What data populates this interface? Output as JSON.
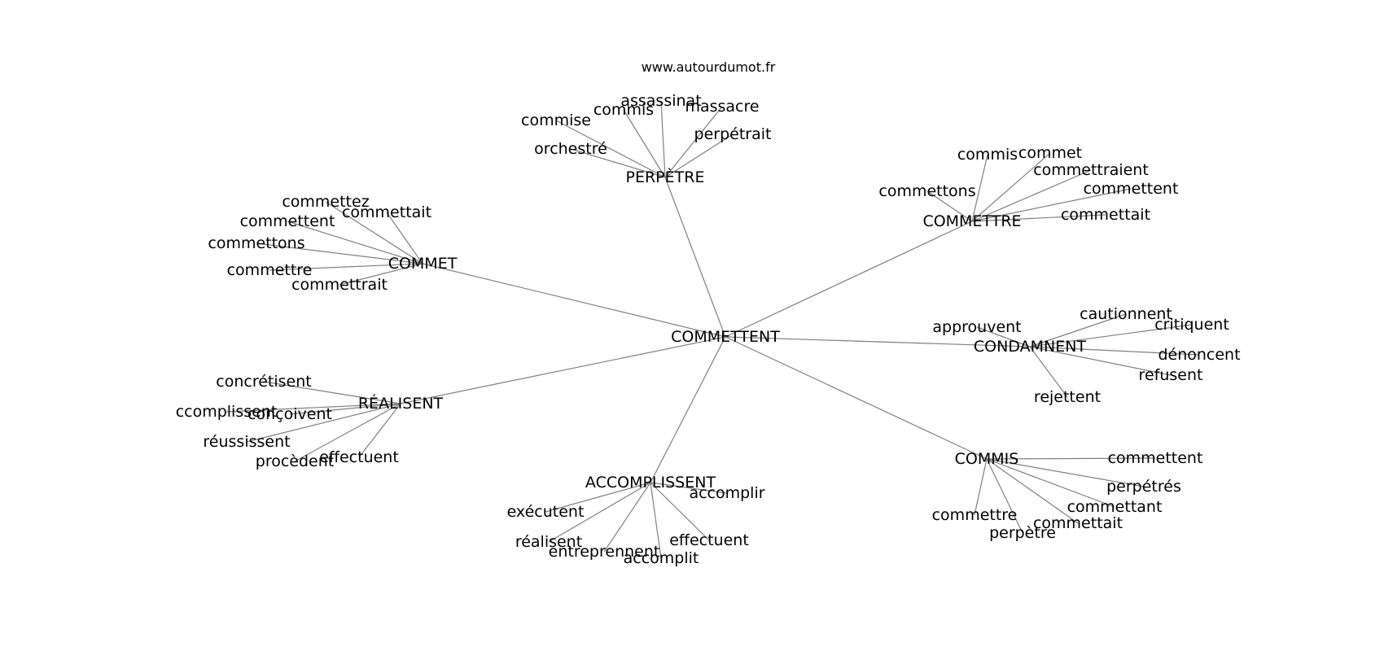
{
  "source": "www.autourdumot.fr",
  "root": "COMMETTENT",
  "clusters": [
    {
      "hub": "PERPÈTRE",
      "words": [
        "commise",
        "commis",
        "assassinat",
        "massacre",
        "perpétrait",
        "orchestré"
      ]
    },
    {
      "hub": "COMMETTRE",
      "words": [
        "commis",
        "commet",
        "commettraient",
        "commettent",
        "commettait",
        "commettons"
      ]
    },
    {
      "hub": "COMMET",
      "words": [
        "commettez",
        "commettait",
        "commettent",
        "commettons",
        "commettre",
        "commettrait"
      ]
    },
    {
      "hub": "CONDAMNENT",
      "words": [
        "approuvent",
        "cautionnent",
        "critiquent",
        "dénoncent",
        "refusent",
        "rejettent"
      ]
    },
    {
      "hub": "RÉALISENT",
      "words": [
        "concrétisent",
        "ccomplissent",
        "conçoivent",
        "réussissent",
        "procèdent",
        "effectuent"
      ]
    },
    {
      "hub": "COMMIS",
      "words": [
        "commettent",
        "perpétrés",
        "commettant",
        "commettait",
        "perpètre",
        "commettre"
      ]
    },
    {
      "hub": "ACCOMPLISSENT",
      "words": [
        "accomplir",
        "exécutent",
        "réalisent",
        "entreprennent",
        "accomplit",
        "effectuent"
      ]
    }
  ]
}
